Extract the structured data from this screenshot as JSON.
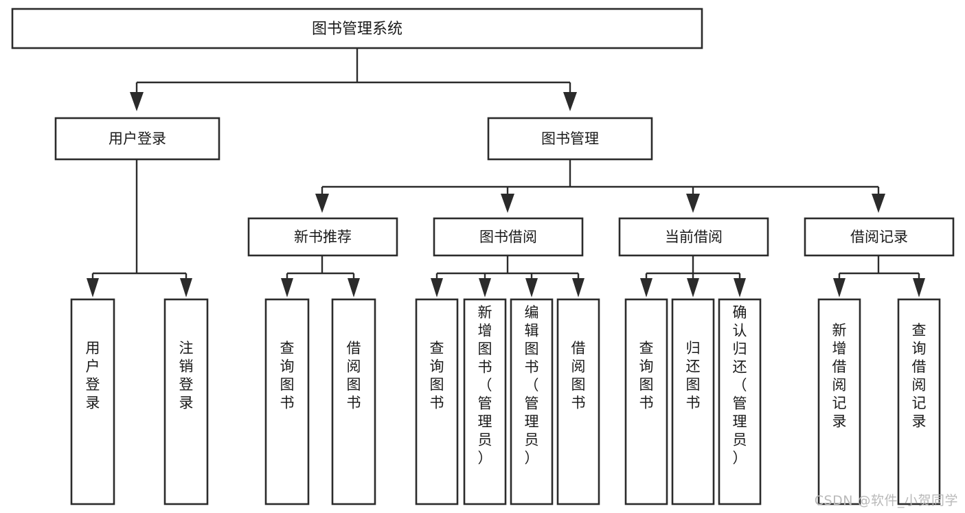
{
  "diagram": {
    "title": "图书管理系统",
    "type": "tree-hierarchy",
    "watermark": "CSDN @软件_小贺同学",
    "colors": {
      "background": "#ffffff",
      "box_fill": "#ffffff",
      "box_stroke": "#2b2b2b",
      "text": "#1a1a1a",
      "connector": "#2b2b2b",
      "watermark": "#b9b9b9"
    },
    "levels": {
      "root": {
        "label": "图书管理系统"
      },
      "level2": [
        {
          "label": "用户登录"
        },
        {
          "label": "图书管理"
        }
      ],
      "level3": [
        {
          "label": "新书推荐"
        },
        {
          "label": "图书借阅"
        },
        {
          "label": "当前借阅"
        },
        {
          "label": "借阅记录"
        }
      ]
    },
    "nodes": {
      "root": "图书管理系统",
      "user_login": "用户登录",
      "book_manage": "图书管理",
      "new_book_rec": "新书推荐",
      "book_borrow": "图书借阅",
      "current_borrow": "当前借阅",
      "borrow_record": "借阅记录",
      "leaf_user_login": "用户登录",
      "leaf_logout_login": "注销登录",
      "leaf_query_book_1": "查询图书",
      "leaf_borrow_book_1": "借阅图书",
      "leaf_query_book_2": "查询图书",
      "leaf_add_book_admin": "新增图书（管理员）",
      "leaf_edit_book_admin": "编辑图书（管理员）",
      "leaf_borrow_book_2": "借阅图书",
      "leaf_query_book_3": "查询图书",
      "leaf_return_book": "归还图书",
      "leaf_confirm_return_admin": "确认归还（管理员）",
      "leaf_add_borrow_record": "新增借阅记录",
      "leaf_query_borrow_record": "查询借阅记录"
    },
    "leaf_groups": [
      {
        "parent": "用户登录",
        "leaves": [
          "用户登录",
          "注销登录"
        ]
      },
      {
        "parent": "新书推荐",
        "leaves": [
          "查询图书",
          "借阅图书"
        ]
      },
      {
        "parent": "图书借阅",
        "leaves": [
          "查询图书",
          "新增图书（管理员）",
          "编辑图书（管理员）",
          "借阅图书"
        ]
      },
      {
        "parent": "当前借阅",
        "leaves": [
          "查询图书",
          "归还图书",
          "确认归还（管理员）"
        ]
      },
      {
        "parent": "借阅记录",
        "leaves": [
          "新增借阅记录",
          "查询借阅记录"
        ]
      }
    ]
  }
}
